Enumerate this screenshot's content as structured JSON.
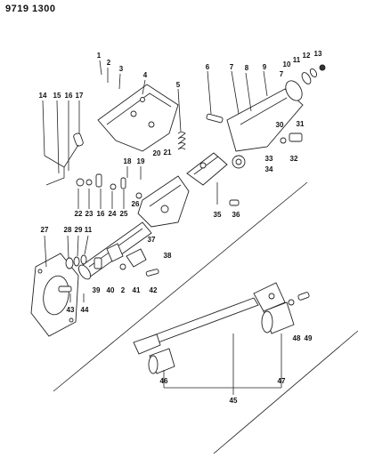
{
  "diagram_code": "9719 1300",
  "callouts": [
    "1",
    "2",
    "3",
    "4",
    "5",
    "6",
    "7",
    "8",
    "9",
    "10",
    "7",
    "11",
    "12",
    "13",
    "14",
    "15",
    "16",
    "17",
    "18",
    "19",
    "20",
    "21",
    "30",
    "31",
    "33",
    "32",
    "34",
    "22",
    "23",
    "16",
    "24",
    "25",
    "26",
    "35",
    "36",
    "27",
    "28",
    "29",
    "11",
    "37",
    "38",
    "39",
    "40",
    "2",
    "41",
    "42",
    "43",
    "44",
    "48",
    "49",
    "46",
    "47",
    "45"
  ]
}
